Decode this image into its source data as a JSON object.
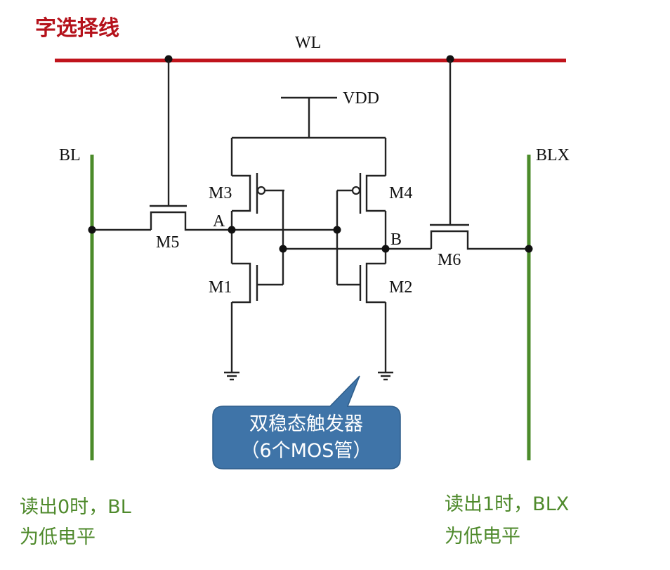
{
  "title": "字选择线",
  "labels": {
    "wl": "WL",
    "vdd": "VDD",
    "bl": "BL",
    "blx": "BLX",
    "m1": "M1",
    "m2": "M2",
    "m3": "M3",
    "m4": "M4",
    "m5": "M5",
    "m6": "M6",
    "node_a": "A",
    "node_b": "B"
  },
  "callout": {
    "line1": "双稳态触发器",
    "line2": "（6个MOS管）"
  },
  "notes": {
    "left_line1": "读出0时，BL",
    "left_line2": "为低电平",
    "right_line1": "读出1时，BLX",
    "right_line2": "为低电平"
  },
  "colors": {
    "word_line": "#c0141c",
    "bit_lines": "#4b8b2a",
    "callout_fill": "#3f74a8",
    "notes": "#4f8a2c"
  }
}
